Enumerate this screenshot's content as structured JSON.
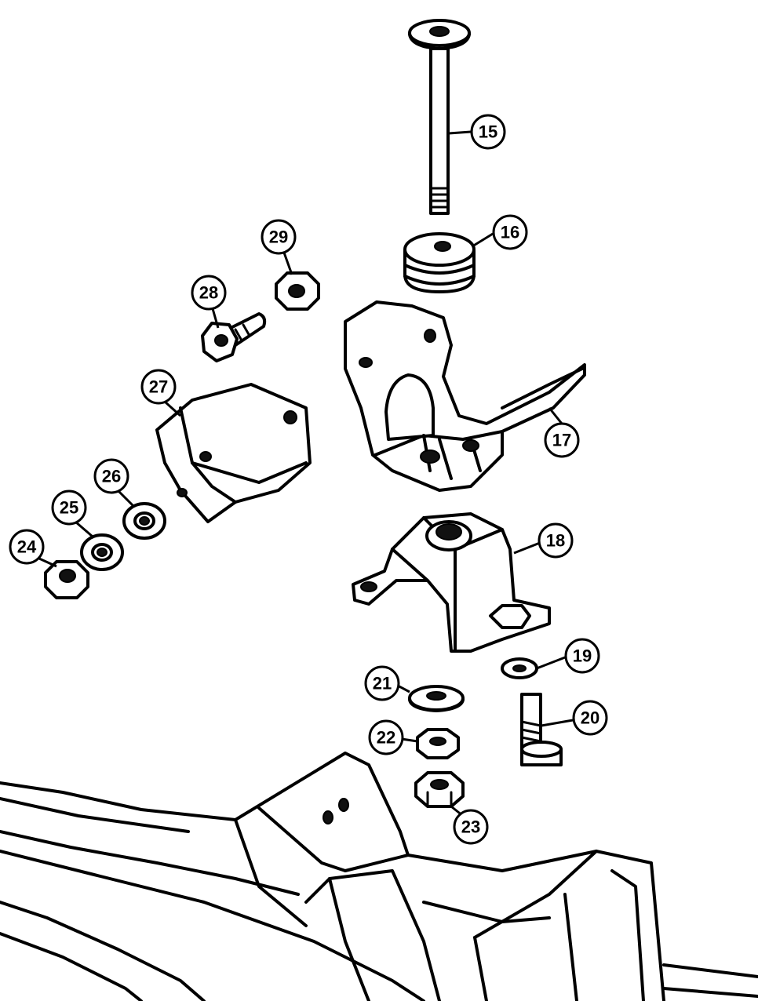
{
  "diagram": {
    "callouts": [
      {
        "id": "15",
        "label": "15"
      },
      {
        "id": "16",
        "label": "16"
      },
      {
        "id": "17",
        "label": "17"
      },
      {
        "id": "18",
        "label": "18"
      },
      {
        "id": "19",
        "label": "19"
      },
      {
        "id": "20",
        "label": "20"
      },
      {
        "id": "21",
        "label": "21"
      },
      {
        "id": "22",
        "label": "22"
      },
      {
        "id": "23",
        "label": "23"
      },
      {
        "id": "24",
        "label": "24"
      },
      {
        "id": "25",
        "label": "25"
      },
      {
        "id": "26",
        "label": "26"
      },
      {
        "id": "27",
        "label": "27"
      },
      {
        "id": "28",
        "label": "28"
      },
      {
        "id": "29",
        "label": "29"
      }
    ]
  }
}
